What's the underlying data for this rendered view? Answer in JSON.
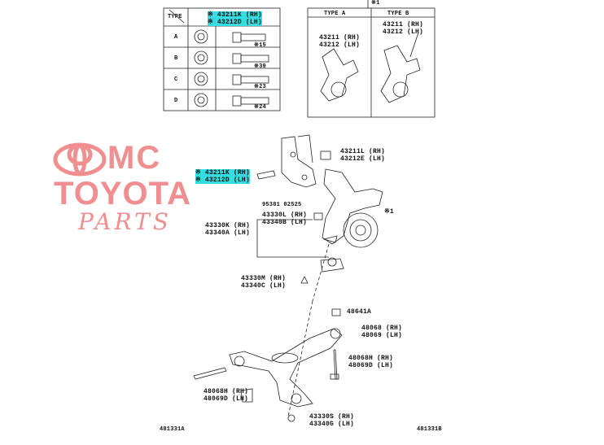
{
  "watermark": {
    "line1": "MC",
    "line2": "TOYOTA",
    "line3": "PARTS",
    "color": "#f08e90"
  },
  "table1": {
    "header_type": "TYPE",
    "header_p1": "※ 43211K (RH)",
    "header_p2": "※ 43212D (LH)",
    "rows": [
      {
        "type": "A",
        "num": "※15"
      },
      {
        "type": "B",
        "num": "※39"
      },
      {
        "type": "C",
        "num": "※23"
      },
      {
        "type": "D",
        "num": "※24"
      }
    ]
  },
  "table2": {
    "col_a": "TYPE A",
    "col_b": "TYPE B",
    "a_p1": "43211 (RH)",
    "a_p2": "43212 (LH)",
    "b_p1": "43211 (RH)",
    "b_p2": "43212 (LH)",
    "ref": "※1"
  },
  "callouts": {
    "c43211L": "43211L (RH)",
    "c43212E": "43212E (LH)",
    "c43211K": "※ 43211K (RH)",
    "c43212D": "※ 43212D (LH)",
    "c95381": "95381  02525",
    "c43330L": "43330L (RH)",
    "c43340B": "43340B (LH)",
    "c43330K": "43330K (RH)",
    "c43340A": "43340A (LH)",
    "c43330M": "43330M (RH)",
    "c43340C": "43340C (LH)",
    "c48641A": "48641A",
    "c48068": "48068 (RH)",
    "c48069": "48069 (LH)",
    "c48068H": "48068H (RH)",
    "c48069D": "48069D (LH)",
    "c48068Hb": "48068H (RH)",
    "c48069Db": "48069D (LH)",
    "c43330S": "43330S (RH)",
    "c43340G": "43340G (LH)",
    "ref1": "※1",
    "fig_left": "481331A",
    "fig_right": "481331B"
  },
  "highlight_color": "#33dde0"
}
